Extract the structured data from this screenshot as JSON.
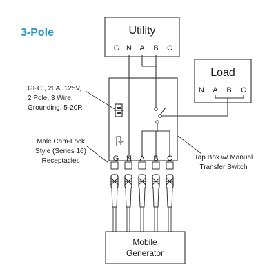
{
  "title": "3-Pole",
  "colors": {
    "title": "#2a92c8",
    "line": "#333333",
    "text": "#1a1a1a"
  },
  "utility": {
    "label": "Utility",
    "terminals": [
      "G",
      "N",
      "A",
      "B",
      "C"
    ]
  },
  "load": {
    "label": "Load",
    "terminals": [
      "N",
      "A",
      "B",
      "C"
    ]
  },
  "receptacles": {
    "terminals": [
      "G",
      "N",
      "A",
      "B",
      "C"
    ]
  },
  "gfci_note": [
    "GFCI, 20A, 125V,",
    "2 Pole, 3 Wire,",
    "Grounding, 5-20R"
  ],
  "cam_lock_note": [
    "Male Cam-Lock",
    "Style (Series 16)",
    "Receptacles"
  ],
  "tap_box_note": [
    "Tap Box w/ Manual",
    "Transfer Switch"
  ],
  "generator": {
    "line1": "Mobile",
    "line2": "Generator"
  },
  "icons": {
    "gfci": "gfci-outlet-icon",
    "ground": "ground-symbol-icon",
    "plug": "cam-lock-plug-icon"
  }
}
